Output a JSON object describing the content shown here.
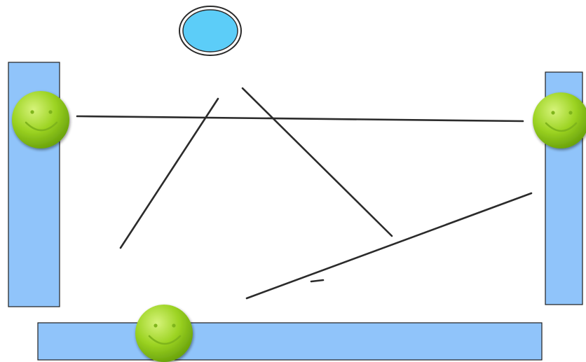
{
  "game": {
    "colors": {
      "background": "#ffffff",
      "paddle_fill": "#90c4fa",
      "paddle_stroke": "#1f1f1f",
      "ball_fill": "#5ccdf8",
      "ball_stroke": "#2a2a2a",
      "line_stroke": "#2b2b2b",
      "face_light": "#d6f37a",
      "face_mid": "#9cd322",
      "face_dark": "#6aa30c",
      "face_features": "#7fb51a"
    },
    "paddles": [
      {
        "name": "left-paddle",
        "orientation": "vertical"
      },
      {
        "name": "right-paddle",
        "orientation": "vertical"
      },
      {
        "name": "bottom-paddle",
        "orientation": "horizontal"
      }
    ],
    "ball": {
      "name": "ball",
      "shape": "circle"
    },
    "players": [
      {
        "name": "smiley-player-left",
        "icon": "smiley-face-icon",
        "expression": "smile"
      },
      {
        "name": "smiley-player-right",
        "icon": "smiley-face-icon",
        "expression": "smile"
      },
      {
        "name": "smiley-player-bottom",
        "icon": "smiley-face-icon",
        "expression": "smile"
      }
    ],
    "drawn_line_count": 5
  }
}
